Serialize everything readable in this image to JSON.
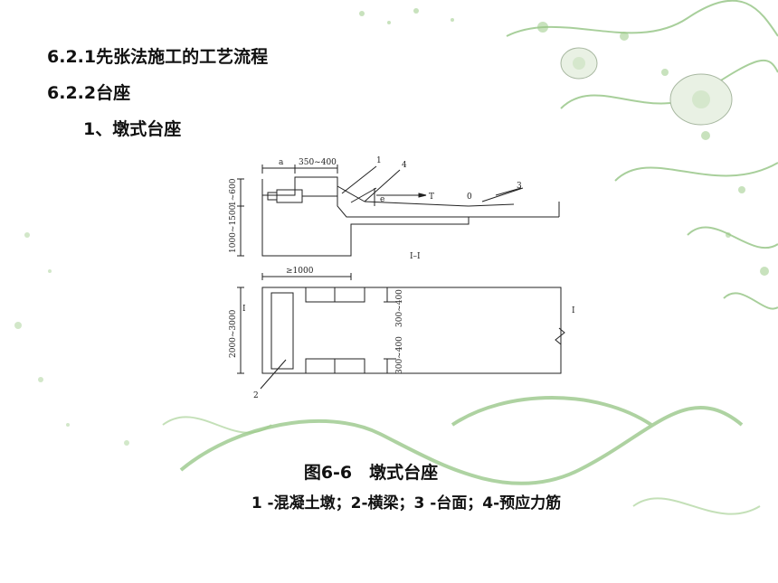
{
  "slide": {
    "heading_1": "6.2.1先张法施工的工艺流程",
    "heading_2": "6.2.2台座",
    "heading_3": "1、墩式台座"
  },
  "figure": {
    "caption_title": "图6-6　墩式台座",
    "caption_legend": "1 -混凝土墩；2-横梁；3 -台面；4-预应力筋",
    "labels": {
      "dim_a": "a",
      "dim_top": "350~400",
      "dim_left_small": "1~600",
      "dim_left_large": "1000~1500",
      "callout_1": "1",
      "callout_4": "4",
      "callout_3": "3",
      "callout_0": "0",
      "dim_e": "e",
      "force_T": "T",
      "section_mark": "I–I",
      "plan_dim_top": "≥1000",
      "plan_dim_left": "2000~3000",
      "plan_dim_right_top": "300~400",
      "plan_dim_right_bottom": "300~400",
      "section_I_left": "I",
      "section_I_right": "I",
      "callout_2": "2"
    }
  }
}
